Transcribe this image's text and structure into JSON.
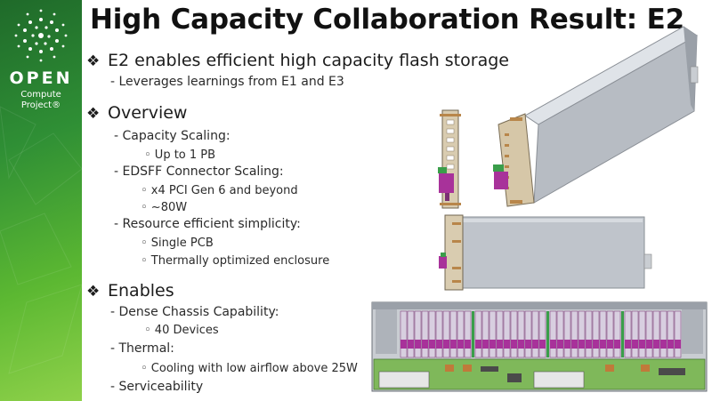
{
  "logo": {
    "word": "OPEN",
    "line1": "Compute",
    "line2": "Project®"
  },
  "title": "High Capacity Collaboration Result:  E2",
  "bullet_glyph": "❖",
  "sections": [
    {
      "heading": "E2 enables efficient high capacity flash storage",
      "items": [
        {
          "text": "- Leverages learnings from E1 and E3"
        }
      ]
    },
    {
      "heading": "Overview",
      "items": [
        {
          "text": "- Capacity Scaling:"
        },
        {
          "text": "◦ Up to 1 PB"
        },
        {
          "text": "- EDSFF Connector Scaling:"
        },
        {
          "text": "◦ x4 PCI Gen 6 and beyond"
        },
        {
          "text": "◦ ~80W"
        },
        {
          "text": "- Resource efficient simplicity:"
        },
        {
          "text": "◦ Single PCB"
        },
        {
          "text": "◦ Thermally optimized enclosure"
        }
      ]
    },
    {
      "heading": "Enables",
      "items": [
        {
          "text": "- Dense Chassis Capability:"
        },
        {
          "text": "◦ 40 Devices"
        },
        {
          "text": "- Thermal:"
        },
        {
          "text": "◦ Cooling with low airflow above 25W"
        },
        {
          "text": "- Serviceability"
        }
      ]
    }
  ],
  "colors": {
    "sidebar_dark": "#1f6a2a",
    "sidebar_light": "#8fd14a",
    "accent_magenta": "#a8329a",
    "pcb_green": "#6fb04a"
  }
}
